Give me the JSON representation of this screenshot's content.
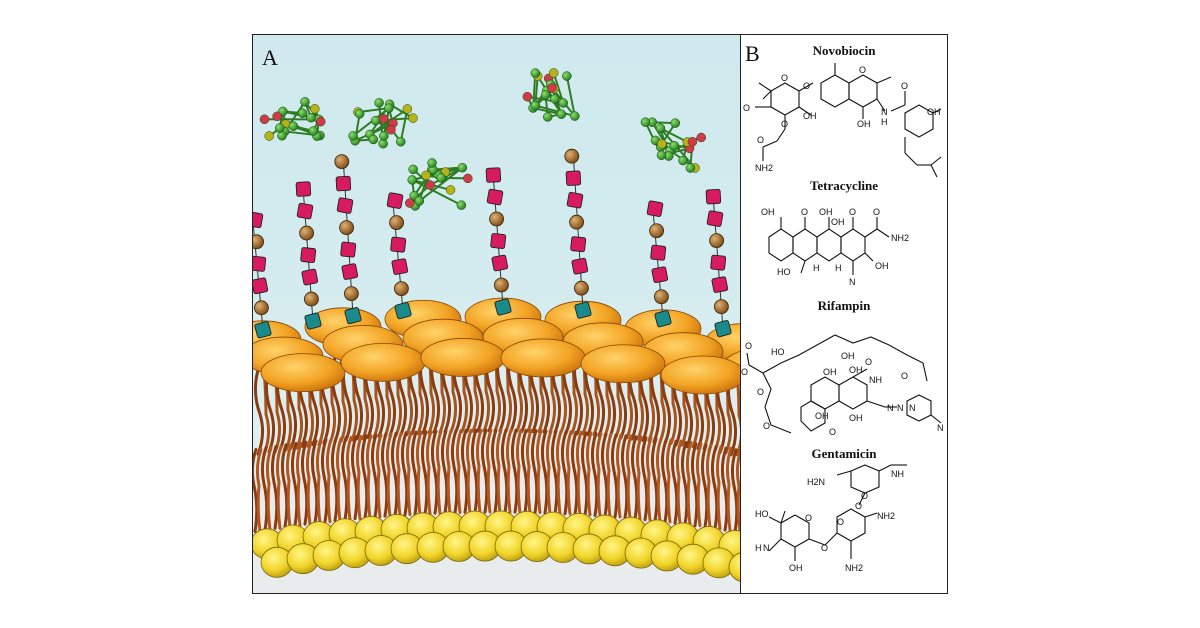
{
  "panel_a": {
    "letter": "A"
  },
  "panel_b": {
    "letter": "B",
    "drugs": [
      {
        "name": "Novobiocin",
        "atoms": [
          "O",
          "O",
          "O",
          "O",
          "OH",
          "OH",
          "O",
          "NH2",
          "O",
          "N",
          "H",
          "O",
          "OH"
        ]
      },
      {
        "name": "Tetracycline",
        "atoms": [
          "OH",
          "O",
          "OH",
          "OH",
          "O",
          "O",
          "NH2",
          "HO",
          "H",
          "H",
          "N",
          "OH"
        ]
      },
      {
        "name": "Rifampin",
        "atoms": [
          "HO",
          "O",
          "O",
          "OH",
          "OH",
          "O",
          "O",
          "OH",
          "NH",
          "O",
          "N",
          "N",
          "N",
          "N",
          "OH",
          "O",
          "O",
          "OH"
        ]
      },
      {
        "name": "Gentamicin",
        "atoms": [
          "H2N",
          "NH",
          "O",
          "O",
          "HO",
          "O",
          "NH2",
          "O",
          "O",
          "H",
          "N",
          "OH",
          "NH2"
        ]
      }
    ]
  },
  "colors": {
    "medium": "#cfe6ea",
    "lipid_head_outer": "#f2a629",
    "lipid_head_inner": "#f3dc3a",
    "lipid_tail": "#8a3b10",
    "sugar_magenta": "#d81b5e",
    "sugar_bead": "#a86a24",
    "sugar_teal": "#1a8a8a",
    "molecule_green": "#3fae2f"
  }
}
